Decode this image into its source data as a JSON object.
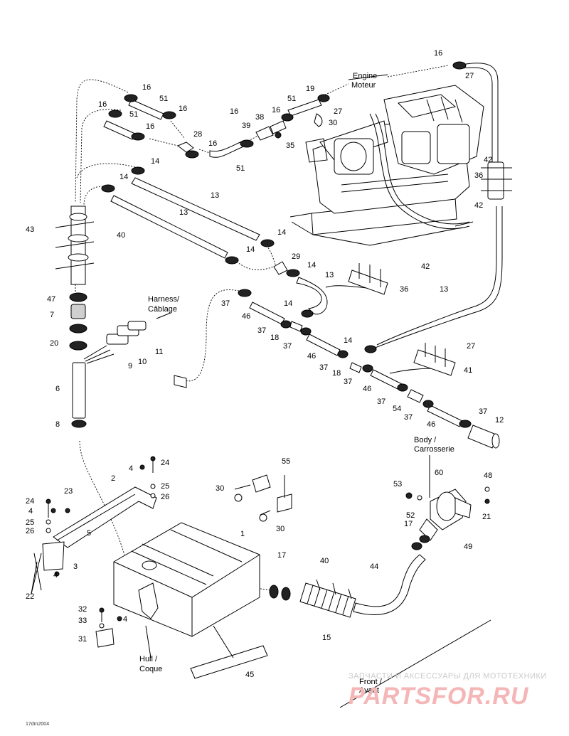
{
  "callouts": [
    {
      "id": "c1",
      "text": "16"
    },
    {
      "id": "c2",
      "text": "27"
    },
    {
      "id": "c3",
      "text": "16"
    },
    {
      "id": "c4",
      "text": "51"
    },
    {
      "id": "c5",
      "text": "16"
    },
    {
      "id": "c6",
      "text": "16"
    },
    {
      "id": "c7",
      "text": "51"
    },
    {
      "id": "c8",
      "text": "16"
    },
    {
      "id": "c9",
      "text": "28"
    },
    {
      "id": "c10",
      "text": "16"
    },
    {
      "id": "c11",
      "text": "51"
    },
    {
      "id": "c12",
      "text": "16"
    },
    {
      "id": "c13",
      "text": "39"
    },
    {
      "id": "c14",
      "text": "38"
    },
    {
      "id": "c15",
      "text": "16"
    },
    {
      "id": "c16",
      "text": "35"
    },
    {
      "id": "c17",
      "text": "51"
    },
    {
      "id": "c18",
      "text": "19"
    },
    {
      "id": "c19",
      "text": "27"
    },
    {
      "id": "c20",
      "text": "30"
    },
    {
      "id": "c21",
      "text": "14"
    },
    {
      "id": "c22",
      "text": "14"
    },
    {
      "id": "c23",
      "text": "13"
    },
    {
      "id": "c24",
      "text": "13"
    },
    {
      "id": "c25",
      "text": "42"
    },
    {
      "id": "c26",
      "text": "36"
    },
    {
      "id": "c27",
      "text": "42"
    },
    {
      "id": "c28",
      "text": "43"
    },
    {
      "id": "c29",
      "text": "40"
    },
    {
      "id": "c30",
      "text": "14"
    },
    {
      "id": "c31",
      "text": "14"
    },
    {
      "id": "c32",
      "text": "29"
    },
    {
      "id": "c33",
      "text": "14"
    },
    {
      "id": "c34",
      "text": "13"
    },
    {
      "id": "c35",
      "text": "42"
    },
    {
      "id": "c36",
      "text": "36"
    },
    {
      "id": "c37",
      "text": "13"
    },
    {
      "id": "c38",
      "text": "47"
    },
    {
      "id": "c39",
      "text": "7"
    },
    {
      "id": "c40",
      "text": "20"
    },
    {
      "id": "c41",
      "text": "11"
    },
    {
      "id": "c42",
      "text": "10"
    },
    {
      "id": "c43",
      "text": "9"
    },
    {
      "id": "c44",
      "text": "6"
    },
    {
      "id": "c45",
      "text": "8"
    },
    {
      "id": "c46",
      "text": "37"
    },
    {
      "id": "c47",
      "text": "46"
    },
    {
      "id": "c48",
      "text": "14"
    },
    {
      "id": "c49",
      "text": "37"
    },
    {
      "id": "c50",
      "text": "18"
    },
    {
      "id": "c51",
      "text": "37"
    },
    {
      "id": "c52",
      "text": "14"
    },
    {
      "id": "c53",
      "text": "46"
    },
    {
      "id": "c54",
      "text": "37"
    },
    {
      "id": "c55",
      "text": "18"
    },
    {
      "id": "c56",
      "text": "37"
    },
    {
      "id": "c57",
      "text": "46"
    },
    {
      "id": "c58",
      "text": "27"
    },
    {
      "id": "c59",
      "text": "41"
    },
    {
      "id": "c60",
      "text": "37"
    },
    {
      "id": "c61",
      "text": "54"
    },
    {
      "id": "c62",
      "text": "37"
    },
    {
      "id": "c63",
      "text": "46"
    },
    {
      "id": "c64",
      "text": "37"
    },
    {
      "id": "c65",
      "text": "12"
    },
    {
      "id": "c66",
      "text": "4"
    },
    {
      "id": "c67",
      "text": "24"
    },
    {
      "id": "c68",
      "text": "2"
    },
    {
      "id": "c69",
      "text": "25"
    },
    {
      "id": "c70",
      "text": "26"
    },
    {
      "id": "c71",
      "text": "23"
    },
    {
      "id": "c72",
      "text": "24"
    },
    {
      "id": "c73",
      "text": "4"
    },
    {
      "id": "c74",
      "text": "25"
    },
    {
      "id": "c75",
      "text": "26"
    },
    {
      "id": "c76",
      "text": "5"
    },
    {
      "id": "c77",
      "text": "3"
    },
    {
      "id": "c78",
      "text": "4"
    },
    {
      "id": "c79",
      "text": "22"
    },
    {
      "id": "c80",
      "text": "55"
    },
    {
      "id": "c81",
      "text": "30"
    },
    {
      "id": "c82",
      "text": "30"
    },
    {
      "id": "c83",
      "text": "1"
    },
    {
      "id": "c84",
      "text": "17"
    },
    {
      "id": "c85",
      "text": "40"
    },
    {
      "id": "c86",
      "text": "15"
    },
    {
      "id": "c87",
      "text": "44"
    },
    {
      "id": "c88",
      "text": "60"
    },
    {
      "id": "c89",
      "text": "53"
    },
    {
      "id": "c90",
      "text": "52"
    },
    {
      "id": "c91",
      "text": "48"
    },
    {
      "id": "c92",
      "text": "21"
    },
    {
      "id": "c93",
      "text": "17"
    },
    {
      "id": "c94",
      "text": "49"
    },
    {
      "id": "c95",
      "text": "32"
    },
    {
      "id": "c96",
      "text": "33"
    },
    {
      "id": "c97",
      "text": "4"
    },
    {
      "id": "c98",
      "text": "31"
    },
    {
      "id": "c99",
      "text": "45"
    }
  ],
  "labels": {
    "engine_line1": "Engine",
    "engine_line2": "Moteur",
    "harness_line1": "Harness/",
    "harness_line2": "Câblage",
    "body_line1": "Body /",
    "body_line2": "Carrosserie",
    "hull_line1": "Hull /",
    "hull_line2": "Coque",
    "front_line1": "Front /",
    "front_line2": "Avant"
  },
  "figure_code": "17dm2004",
  "watermark": {
    "line1": "ЗАПЧАСТИ И АКСЕССУАРЫ ДЛЯ МОТОТЕХНИКИ",
    "line2": "PARTSFOR.RU"
  }
}
